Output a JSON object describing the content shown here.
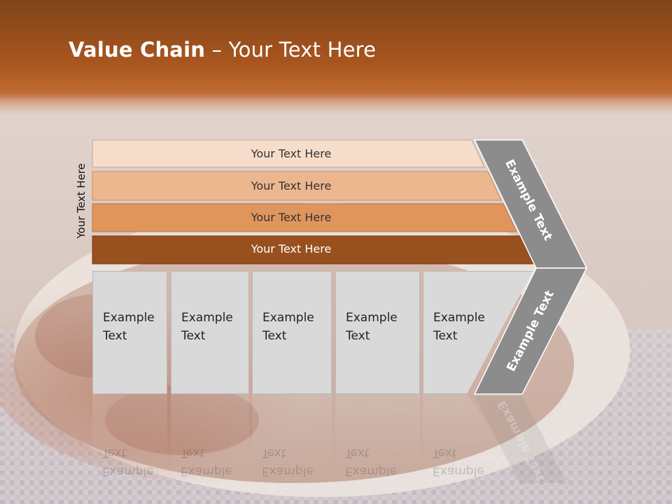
{
  "title": {
    "bold": "Value Chain",
    "rest": " – Your Text Here"
  },
  "side_label": "Your Text Here",
  "bars": [
    {
      "label": "Your Text Here",
      "color": "#f6dccb"
    },
    {
      "label": "Your Text Here",
      "color": "#ecb68f"
    },
    {
      "label": "Your Text Here",
      "color": "#e0955d"
    },
    {
      "label": "Your Text Here",
      "color": "#98501e"
    }
  ],
  "boxes": [
    {
      "line1": "Example",
      "line2": "Text"
    },
    {
      "line1": "Example",
      "line2": "Text"
    },
    {
      "line1": "Example",
      "line2": "Text"
    },
    {
      "line1": "Example",
      "line2": "Text"
    },
    {
      "line1": "Example",
      "line2": "Text"
    }
  ],
  "chevron": {
    "upper_label": "Example Text",
    "lower_label": "Example Text",
    "color": "#8c8c8c"
  },
  "colors": {
    "header_top": "#7f4419",
    "header_mid": "#b5612a",
    "box_fill": "#d9d9d9"
  }
}
